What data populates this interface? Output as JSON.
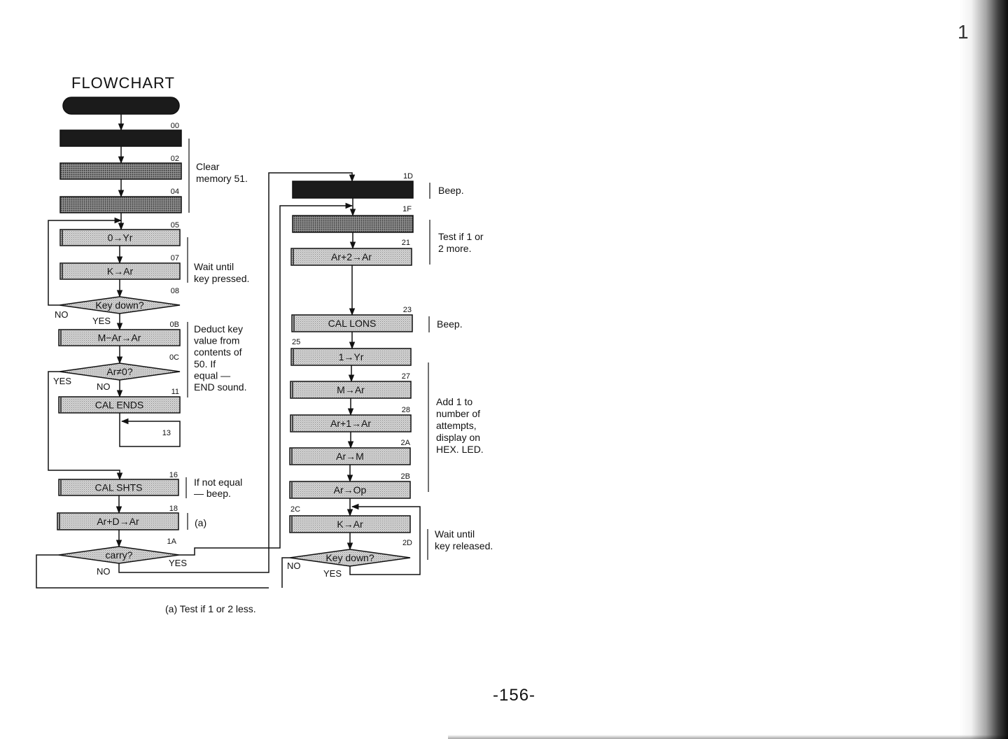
{
  "page": {
    "title": "FLOWCHART",
    "caption": "(a) Test if 1 or 2 less.",
    "page_number": "-156-",
    "corner_mark": "1"
  },
  "colors": {
    "ink": "#111111",
    "box_fill": "#d3d3d3",
    "dark_fill": "#1b1b1b",
    "mid_fill": "#6e6e6e"
  },
  "boxes": [
    {
      "id": "start",
      "kind": "terminal",
      "text": "",
      "addr": ""
    },
    {
      "id": "b00",
      "kind": "dark",
      "text": "",
      "addr": "00"
    },
    {
      "id": "b02",
      "kind": "mid",
      "text": "",
      "addr": "02"
    },
    {
      "id": "b04",
      "kind": "mid",
      "text": "",
      "addr": "04"
    },
    {
      "id": "b05",
      "kind": "proc",
      "text": "0→Yr",
      "addr": "05"
    },
    {
      "id": "b07",
      "kind": "proc",
      "text": "K→Ar",
      "addr": "07"
    },
    {
      "id": "d08",
      "kind": "decision",
      "text": "Key down?",
      "addr": "08"
    },
    {
      "id": "b0B",
      "kind": "proc",
      "text": "M−Ar→Ar",
      "addr": "0B"
    },
    {
      "id": "d0C",
      "kind": "decision",
      "text": "Ar≠0?",
      "addr": "0C"
    },
    {
      "id": "b11",
      "kind": "proc",
      "text": "CAL ENDS",
      "addr": "11"
    },
    {
      "id": "b13",
      "kind": "plain",
      "text": "",
      "addr": "13"
    },
    {
      "id": "b16",
      "kind": "proc",
      "text": "CAL SHTS",
      "addr": "16"
    },
    {
      "id": "b18",
      "kind": "proc",
      "text": "Ar+D→Ar",
      "addr": "18"
    },
    {
      "id": "d1A",
      "kind": "decision",
      "text": "carry?",
      "addr": "1A"
    },
    {
      "id": "b1D",
      "kind": "dark",
      "text": "",
      "addr": "1D"
    },
    {
      "id": "b1F",
      "kind": "mid",
      "text": "",
      "addr": "1F"
    },
    {
      "id": "b21",
      "kind": "proc",
      "text": "Ar+2→Ar",
      "addr": "21"
    },
    {
      "id": "b23",
      "kind": "proc",
      "text": "CAL LONS",
      "addr": "23"
    },
    {
      "id": "b25",
      "kind": "proc",
      "text": "1→Yr",
      "addr": "25"
    },
    {
      "id": "b27",
      "kind": "proc",
      "text": "M→Ar",
      "addr": "27"
    },
    {
      "id": "b28",
      "kind": "proc",
      "text": "Ar+1→Ar",
      "addr": "28"
    },
    {
      "id": "b2A",
      "kind": "proc",
      "text": "Ar→M",
      "addr": "2A"
    },
    {
      "id": "b2B",
      "kind": "proc",
      "text": "Ar→Op",
      "addr": "2B"
    },
    {
      "id": "b2C",
      "kind": "proc",
      "text": "K→Ar",
      "addr": "2C"
    },
    {
      "id": "d2D",
      "kind": "decision",
      "text": "Key down?",
      "addr": "2D"
    }
  ],
  "branch_labels": [
    {
      "id": "no_08",
      "text": "NO"
    },
    {
      "id": "yes_08",
      "text": "YES"
    },
    {
      "id": "yes_0C",
      "text": "YES"
    },
    {
      "id": "no_0C",
      "text": "NO"
    },
    {
      "id": "yes_1A",
      "text": "YES"
    },
    {
      "id": "no_1A",
      "text": "NO"
    },
    {
      "id": "no_2D",
      "text": "NO"
    },
    {
      "id": "yes_2D",
      "text": "YES"
    }
  ],
  "notes": [
    {
      "id": "n_clear",
      "lines": [
        "Clear",
        "memory 51."
      ]
    },
    {
      "id": "n_wait_pressed",
      "lines": [
        "Wait until",
        "key pressed."
      ]
    },
    {
      "id": "n_deduct",
      "lines": [
        "Deduct key",
        "value from",
        "contents of",
        "50. If",
        "equal —",
        "END sound."
      ]
    },
    {
      "id": "n_notequal",
      "lines": [
        "If not equal",
        "— beep."
      ]
    },
    {
      "id": "n_a",
      "lines": [
        "(a)"
      ]
    },
    {
      "id": "n_beep1",
      "lines": [
        "Beep."
      ]
    },
    {
      "id": "n_test",
      "lines": [
        "Test if 1 or",
        "2 more."
      ]
    },
    {
      "id": "n_beep2",
      "lines": [
        "Beep."
      ]
    },
    {
      "id": "n_add",
      "lines": [
        "Add 1 to",
        "number of",
        "attempts,",
        "display on",
        "HEX. LED."
      ]
    },
    {
      "id": "n_wait_released",
      "lines": [
        "Wait until",
        "key released."
      ]
    }
  ]
}
